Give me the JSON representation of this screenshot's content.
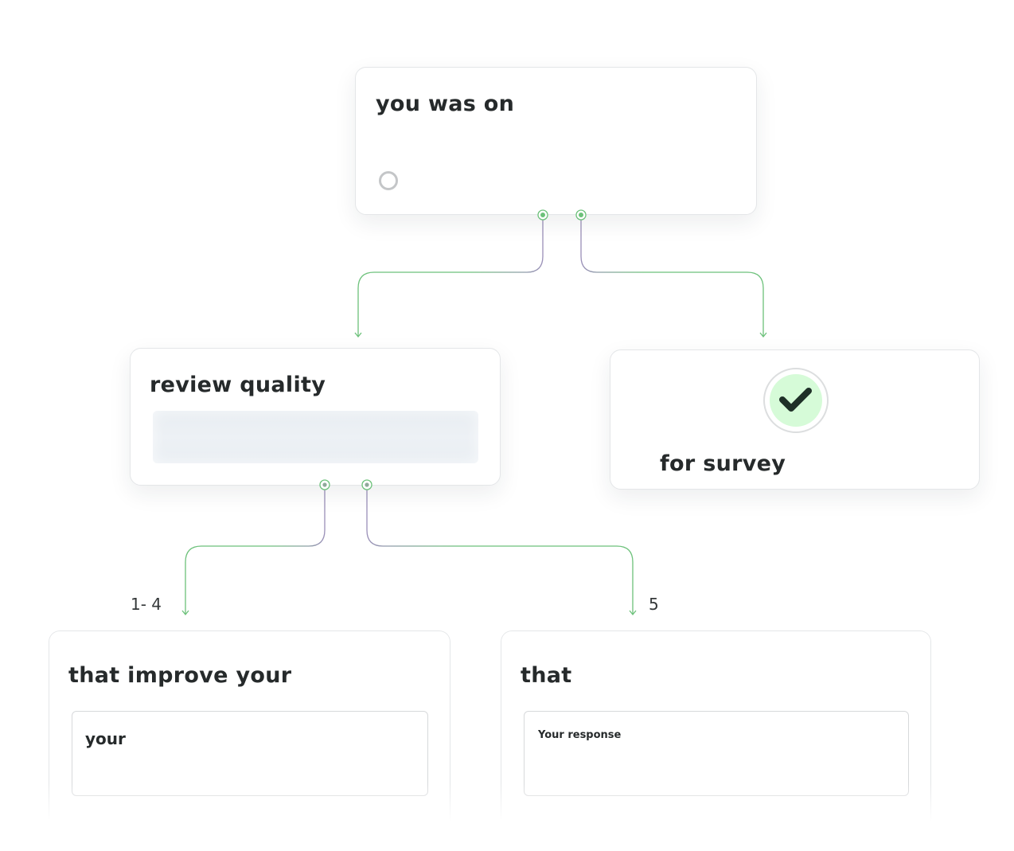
{
  "nodes": {
    "top": {
      "title": "you was on"
    },
    "review": {
      "title": "review quality"
    },
    "survey": {
      "title": "for survey"
    },
    "improve": {
      "title": "that improve your",
      "field_value": "your"
    },
    "that": {
      "title": "that",
      "field_placeholder": "Your response"
    }
  },
  "branches": {
    "low": "1- 4",
    "high": "5"
  },
  "colors": {
    "connector": "#6cc17a",
    "connector_accent": "#8f8fb0",
    "check_fill": "#d6fbd8",
    "check_mark": "#1f3028",
    "text": "#262a2b"
  },
  "icons": {
    "radio": "radio-circle-icon",
    "check": "checkmark-icon",
    "port": "connector-port-icon",
    "arrow": "arrow-down-icon"
  }
}
